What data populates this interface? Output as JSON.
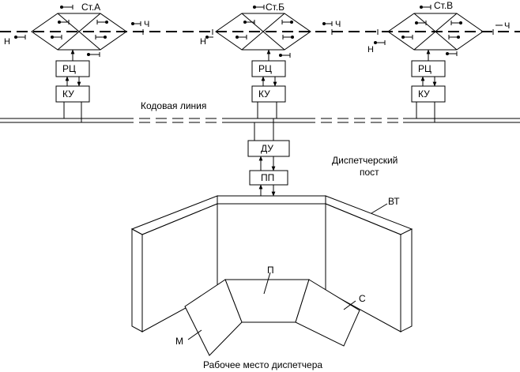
{
  "stations": [
    {
      "name": "Ст.А",
      "odd_mark": "Ч",
      "even_mark": "Н",
      "rc": "РЦ",
      "ku": "КУ"
    },
    {
      "name": "Ст.Б",
      "odd_mark": "Ч",
      "even_mark": "Н",
      "rc": "РЦ",
      "ku": "КУ"
    },
    {
      "name": "Ст.В",
      "odd_mark": "Ч",
      "even_mark": "Н",
      "rc": "РЦ",
      "ku": "КУ"
    }
  ],
  "code_line_label": "Кодовая линия",
  "dispatcher_post_label_line1": "Диспетчерский",
  "dispatcher_post_label_line2": "пост",
  "du_label": "ДУ",
  "pp_label": "ПП",
  "wall_board_label": "ВТ",
  "console_label": "П",
  "computer_label": "С",
  "monitor_label": "М",
  "workplace_caption": "Рабочее место диспетчера"
}
